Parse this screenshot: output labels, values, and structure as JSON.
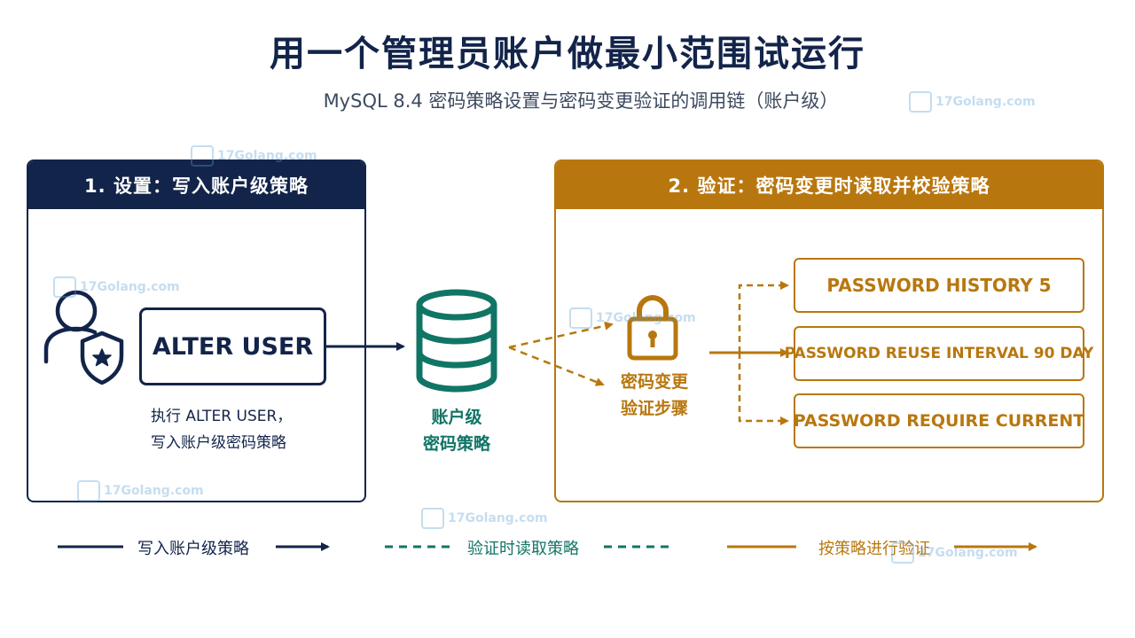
{
  "title": "用一个管理员账户做最小范围试运行",
  "subtitle": "MySQL 8.4 密码策略设置与密码变更验证的调用链（账户级）",
  "left_panel": {
    "header": "1. 设置：写入账户级策略",
    "command": "ALTER USER",
    "desc_line1": "执行 ALTER USER，",
    "desc_line2": "写入账户级密码策略"
  },
  "db": {
    "label_line1": "账户级",
    "label_line2": "密码策略"
  },
  "right_panel": {
    "header": "2. 验证：密码变更时读取并校验策略",
    "step_line1": "密码变更",
    "step_line2": "验证步骤",
    "policies": [
      "PASSWORD HISTORY 5",
      "PASSWORD REUSE INTERVAL 90 DAY",
      "PASSWORD REQUIRE CURRENT"
    ]
  },
  "legend": {
    "write": "写入账户级策略",
    "read": "验证时读取策略",
    "verify": "按策略进行验证"
  },
  "watermark": "17Golang.com",
  "colors": {
    "navy": "#13244a",
    "teal": "#117566",
    "gold": "#b8770e"
  }
}
